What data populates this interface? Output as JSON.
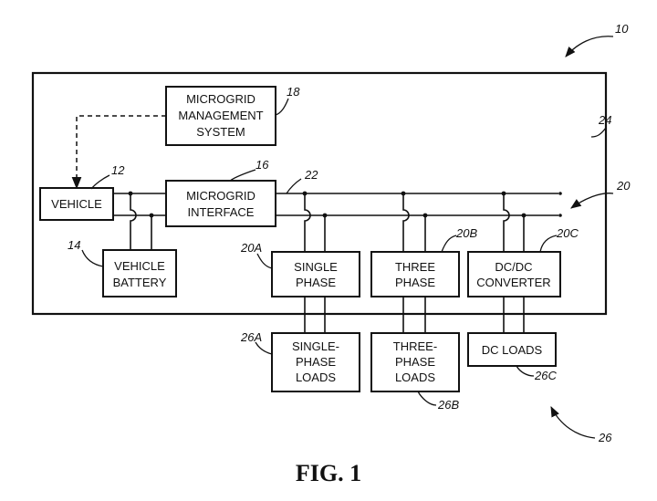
{
  "blocks": {
    "mgmt": [
      "MICROGRID",
      "MANAGEMENT",
      "SYSTEM"
    ],
    "vehicle": [
      "VEHICLE"
    ],
    "interface": [
      "MICROGRID",
      "INTERFACE"
    ],
    "battery": [
      "VEHICLE",
      "BATTERY"
    ],
    "single_phase": [
      "SINGLE",
      "PHASE"
    ],
    "three_phase": [
      "THREE",
      "PHASE"
    ],
    "converter": [
      "DC/DC",
      "CONVERTER"
    ],
    "single_loads": [
      "SINGLE-",
      "PHASE",
      "LOADS"
    ],
    "three_loads": [
      "THREE-",
      "PHASE",
      "LOADS"
    ],
    "dc_loads": [
      "DC LOADS"
    ]
  },
  "refs": {
    "system": "10",
    "vehicle": "12",
    "battery": "14",
    "interface": "16",
    "mgmt": "18",
    "converters": "20",
    "single_phase": "20A",
    "three_phase": "20B",
    "converter": "20C",
    "bus": "22",
    "microgrid": "24",
    "loads": "26",
    "single_loads": "26A",
    "three_loads": "26B",
    "dc_loads": "26C"
  },
  "figure_label": "FIG. 1"
}
